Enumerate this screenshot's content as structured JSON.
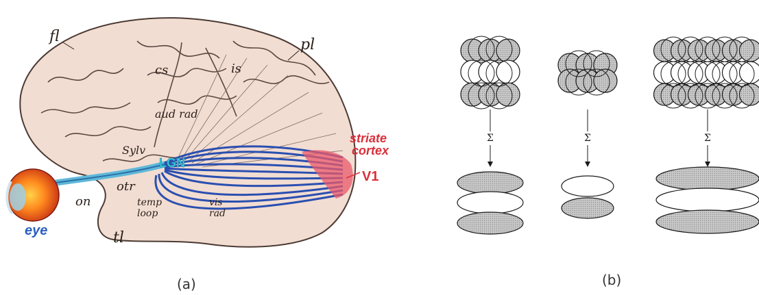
{
  "panel_a": {
    "caption": "(a)",
    "labels": {
      "fl": "fl",
      "pl": "pl",
      "cs": "cs",
      "is": "is",
      "aud_rad": "aud rad",
      "sylv": "Sylv",
      "lgn": "LGN",
      "otr": "otr",
      "on": "on",
      "temp": "temp",
      "loop": "loop",
      "vis": "vis",
      "rad": "rad",
      "tl": "tl",
      "eye": "eye",
      "striate": "striate",
      "cortex": "cortex",
      "v1": "V1"
    },
    "colors": {
      "brain": "#f2ddd2",
      "pathway": "#2a4fb0",
      "cortex_red": "#d9303a",
      "lgn": "#39c9dc",
      "eye_label": "#2b5fc0"
    }
  },
  "panel_b": {
    "caption": "(b)",
    "sum_symbol": "Σ",
    "columns": [
      {
        "rows": [
          "shaded",
          "white",
          "shaded"
        ],
        "outputs": [
          "shaded",
          "white",
          "shaded"
        ]
      },
      {
        "rows": [
          "shaded",
          "shaded"
        ],
        "outputs": [
          "white",
          "shaded"
        ]
      },
      {
        "rows": [
          "shaded",
          "white",
          "shaded"
        ],
        "outputs": [
          "shaded",
          "white",
          "shaded"
        ]
      }
    ],
    "colors": {
      "shaded": "#bdbdbd",
      "outline": "#1a1a1a"
    }
  }
}
